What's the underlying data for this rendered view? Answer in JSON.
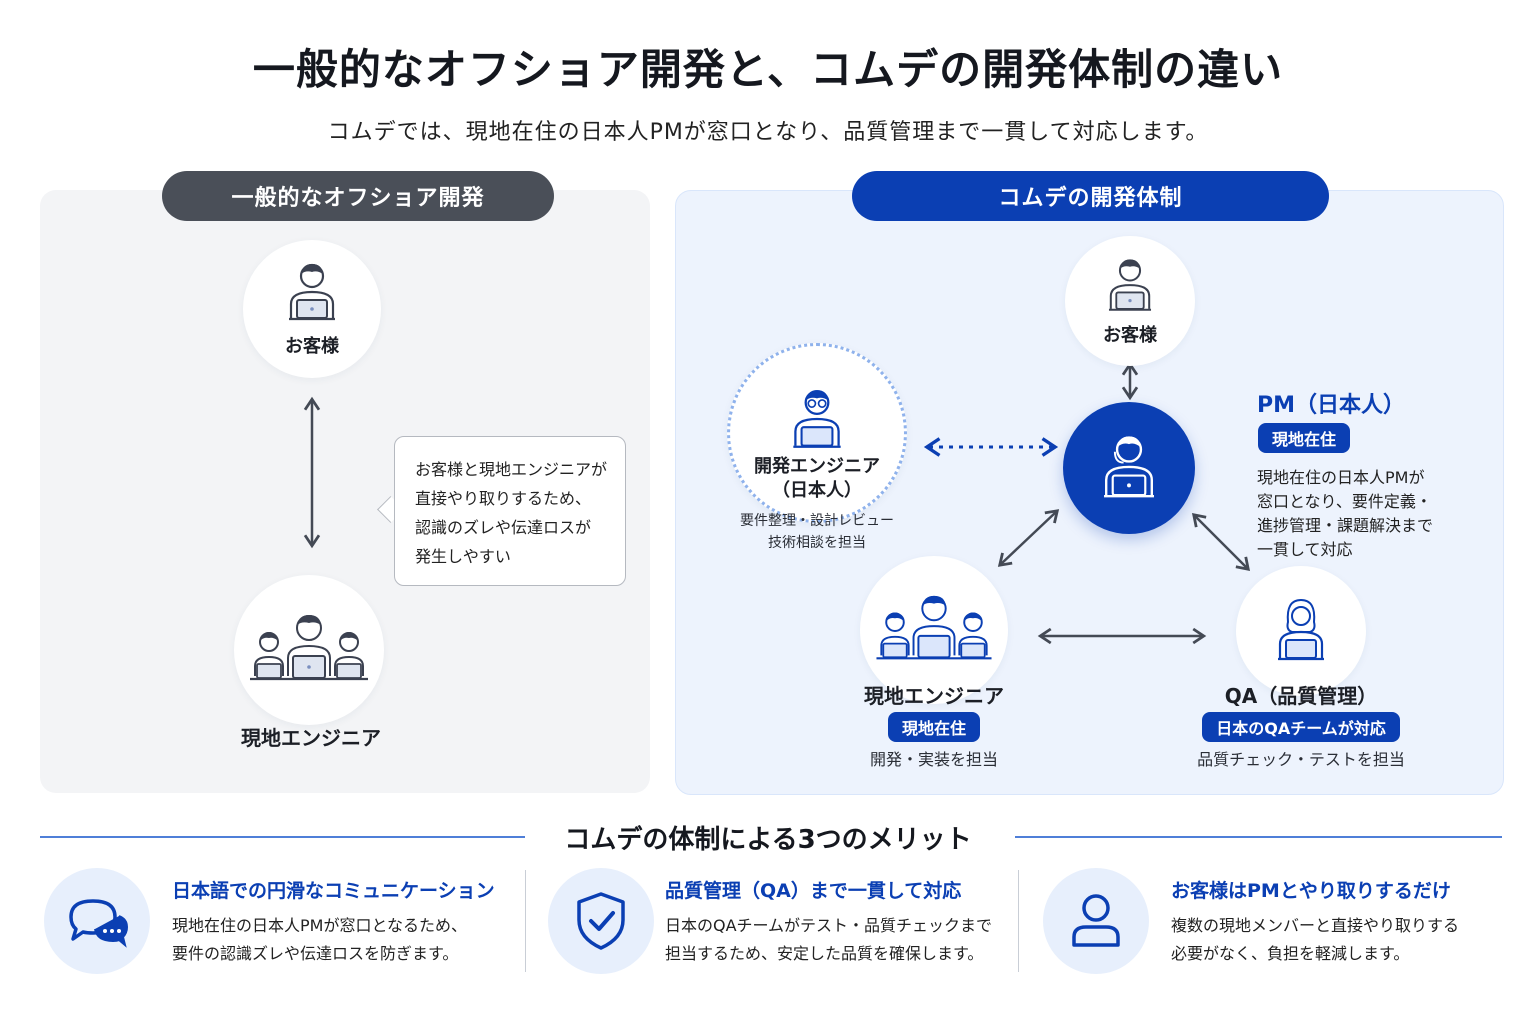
{
  "title": "一般的なオフショア開発と、コムデの開発体制の違い",
  "subtitle": "コムデでは、現地在住の日本人PMが窓口となり、品質管理まで一貫して対応します。",
  "left_panel": {
    "header": "一般的なオフショア開発",
    "customer_label": "お客様",
    "engineers_label": "現地エンジニア",
    "bubble_lines": [
      "お客様と現地エンジニアが",
      "直接やり取りするため、",
      "認識のズレや伝達ロスが",
      "発生しやすい"
    ]
  },
  "right_panel": {
    "header": "コムデの開発体制",
    "customer_label": "お客様",
    "jp_engineer": {
      "label_line1": "開発エンジニア",
      "label_line2": "（日本人）",
      "desc_line1": "要件整理・設計レビュー",
      "desc_line2": "技術相談を担当"
    },
    "pm": {
      "title": "PM（日本人）",
      "badge": "現地在住",
      "desc_lines": [
        "現地在住の日本人PMが",
        "窓口となり、要件定義・",
        "進捗管理・課題解決まで",
        "一貫して対応"
      ]
    },
    "local_engineers": {
      "label": "現地エンジニア",
      "badge": "現地在住",
      "desc": "開発・実装を担当"
    },
    "qa": {
      "label": "QA（品質管理）",
      "badge": "日本のQAチームが対応",
      "desc": "品質チェック・テストを担当"
    }
  },
  "merits": {
    "heading": "コムデの体制による3つのメリット",
    "items": [
      {
        "title": "日本語での円滑なコミュニケーション",
        "desc_line1": "現地在住の日本人PMが窓口となるため、",
        "desc_line2": "要件の認識ズレや伝達ロスを防ぎます。",
        "icon": "chat-bubbles-icon"
      },
      {
        "title": "品質管理（QA）まで一貫して対応",
        "desc_line1": "日本のQAチームがテスト・品質チェックまで",
        "desc_line2": "担当するため、安定した品質を確保します。",
        "icon": "shield-check-icon"
      },
      {
        "title": "お客様はPMとやり取りするだけ",
        "desc_line1": "複数の現地メンバーと直接やり取りする",
        "desc_line2": "必要がなく、負担を軽減します。",
        "icon": "user-icon"
      }
    ]
  },
  "colors": {
    "brand_blue": "#0b3fb3",
    "dark_gray": "#4a4f58",
    "left_bg": "#f3f4f6",
    "right_bg": "#edf3fd"
  }
}
